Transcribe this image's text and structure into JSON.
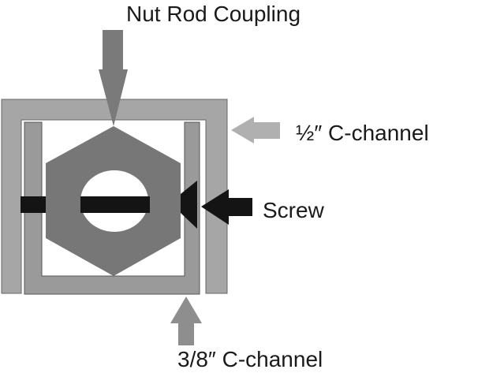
{
  "labels": {
    "nut_rod_coupling": "Nut Rod Coupling",
    "half_inch_channel": "½″ C-channel",
    "screw": "Screw",
    "three_eighths_channel": "3/8″ C-channel"
  },
  "colors": {
    "outer_channel": "#a6a6a6",
    "inner_channel": "#9a9a9a",
    "nut": "#777777",
    "screw": "#141414",
    "arrow_coupling": "#7a7a7a",
    "arrow_half": "#b0b0b0",
    "arrow_screw": "#141414",
    "arrow_three_eighths": "#8e8e8e"
  }
}
